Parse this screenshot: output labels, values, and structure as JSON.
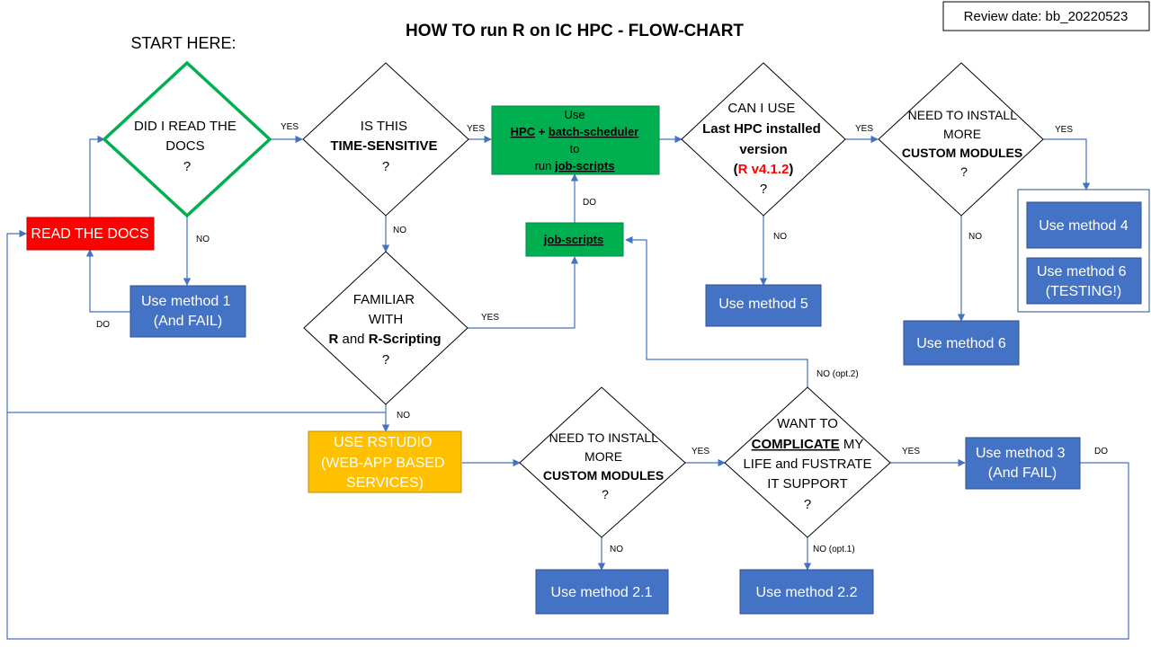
{
  "title": "HOW TO run R on IC HPC - FLOW-CHART",
  "review_date": "Review date: bb_20220523",
  "start_label": "START HERE:",
  "colors": {
    "blue_box": "#4472c4",
    "red_box": "#ff0000",
    "green_box": "#00b050",
    "orange_box": "#ffc000",
    "start_diamond": "#00b050",
    "line": "#4472c4",
    "version_red": "#ff0000"
  },
  "decisions": {
    "read_docs": [
      "DID I READ THE",
      "DOCS",
      "?"
    ],
    "time_sensitive": [
      "IS THIS",
      "TIME-SENSITIVE",
      "?"
    ],
    "familiar": [
      "FAMILIAR",
      "WITH",
      "R",
      "and",
      "R-Scripting",
      "?"
    ],
    "last_version": [
      "CAN I USE",
      "Last HPC installed",
      "version",
      "(",
      "R v4.1.2",
      ")",
      "?"
    ],
    "custom_top": [
      "NEED  TO INSTALL",
      "MORE",
      "CUSTOM MODULES",
      "?"
    ],
    "custom_bottom": [
      "NEED  TO INSTALL",
      "MORE",
      "CUSTOM MODULES",
      "?"
    ],
    "complicate": [
      "WANT TO",
      "COMPLICATE",
      " MY",
      "LIFE and FUSTRATE",
      "IT SUPPORT",
      "?"
    ]
  },
  "boxes": {
    "read_docs": "READ THE DOCS",
    "method1": [
      "Use method 1",
      "(And FAIL)"
    ],
    "use_hpc": [
      "Use",
      "HPC",
      " + ",
      "batch-scheduler",
      "to",
      "run ",
      "job-scripts"
    ],
    "job_scripts": "job-scripts",
    "method5": "Use method 5",
    "method4": "Use method 4",
    "method6_testing": [
      "Use method 6",
      "(TESTING!)"
    ],
    "method6": "Use method 6",
    "rstudio": [
      "USE RSTUDIO",
      "(WEB-APP BASED",
      "SERVICES)"
    ],
    "method2_1": "Use method 2.1",
    "method2_2": "Use method 2.2",
    "method3": [
      "Use method 3",
      "(And FAIL)"
    ]
  },
  "edge_labels": {
    "yes1": "YES",
    "yes2": "YES",
    "yes3": "YES",
    "yes4": "YES",
    "yes5": "YES",
    "yes6": "YES",
    "yes7": "YES",
    "no1": "NO",
    "no2": "NO",
    "no3": "NO",
    "no4": "NO",
    "no5": "NO",
    "no6": "NO",
    "no_opt1": "NO (opt.1)",
    "no_opt2": "NO (opt.2)",
    "do1": "DO",
    "do2": "DO",
    "do3": "DO"
  }
}
